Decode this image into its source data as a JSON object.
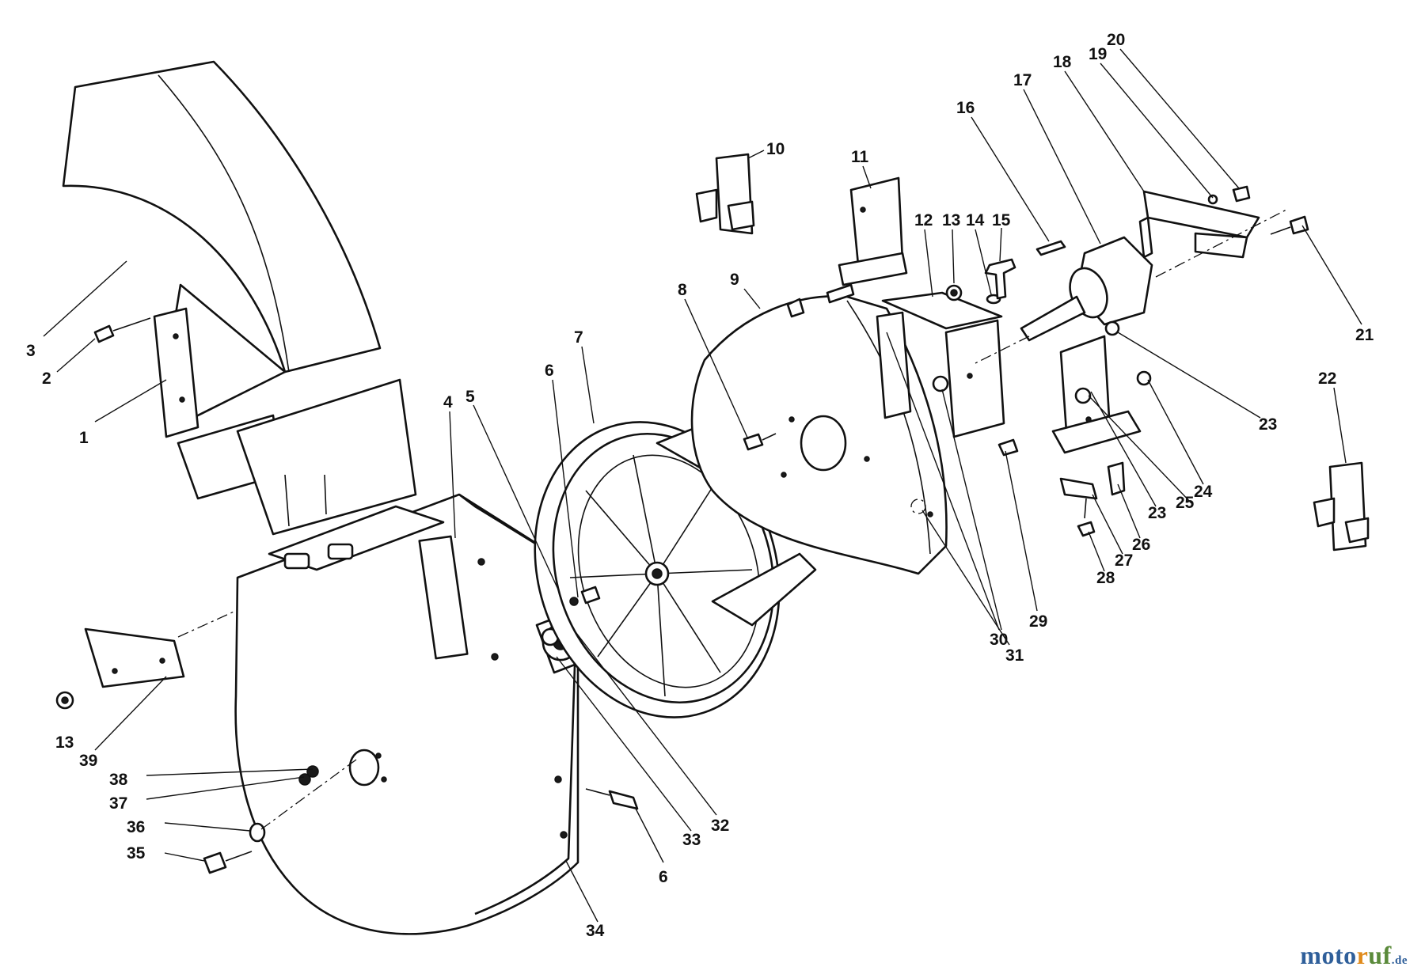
{
  "watermark": {
    "part_a": "moto",
    "part_b": "r",
    "part_c": "uf",
    "part_d": ".de"
  },
  "callouts": [
    {
      "id": "c1",
      "label": "1"
    },
    {
      "id": "c2",
      "label": "2"
    },
    {
      "id": "c3",
      "label": "3"
    },
    {
      "id": "c4",
      "label": "4"
    },
    {
      "id": "c5",
      "label": "5"
    },
    {
      "id": "c6a",
      "label": "6"
    },
    {
      "id": "c6b",
      "label": "6"
    },
    {
      "id": "c7",
      "label": "7"
    },
    {
      "id": "c8",
      "label": "8"
    },
    {
      "id": "c9",
      "label": "9"
    },
    {
      "id": "c10",
      "label": "10"
    },
    {
      "id": "c11",
      "label": "11"
    },
    {
      "id": "c12",
      "label": "12"
    },
    {
      "id": "c13a",
      "label": "13"
    },
    {
      "id": "c13b",
      "label": "13"
    },
    {
      "id": "c14",
      "label": "14"
    },
    {
      "id": "c15",
      "label": "15"
    },
    {
      "id": "c16",
      "label": "16"
    },
    {
      "id": "c17",
      "label": "17"
    },
    {
      "id": "c18",
      "label": "18"
    },
    {
      "id": "c19",
      "label": "19"
    },
    {
      "id": "c20",
      "label": "20"
    },
    {
      "id": "c21",
      "label": "21"
    },
    {
      "id": "c22",
      "label": "22"
    },
    {
      "id": "c23a",
      "label": "23"
    },
    {
      "id": "c23b",
      "label": "23"
    },
    {
      "id": "c24",
      "label": "24"
    },
    {
      "id": "c25",
      "label": "25"
    },
    {
      "id": "c26",
      "label": "26"
    },
    {
      "id": "c27",
      "label": "27"
    },
    {
      "id": "c28",
      "label": "28"
    },
    {
      "id": "c29",
      "label": "29"
    },
    {
      "id": "c30",
      "label": "30"
    },
    {
      "id": "c31",
      "label": "31"
    },
    {
      "id": "c32",
      "label": "32"
    },
    {
      "id": "c33",
      "label": "33"
    },
    {
      "id": "c34",
      "label": "34"
    },
    {
      "id": "c35",
      "label": "35"
    },
    {
      "id": "c36",
      "label": "36"
    },
    {
      "id": "c37",
      "label": "37"
    },
    {
      "id": "c38",
      "label": "38"
    },
    {
      "id": "c39",
      "label": "39"
    }
  ]
}
